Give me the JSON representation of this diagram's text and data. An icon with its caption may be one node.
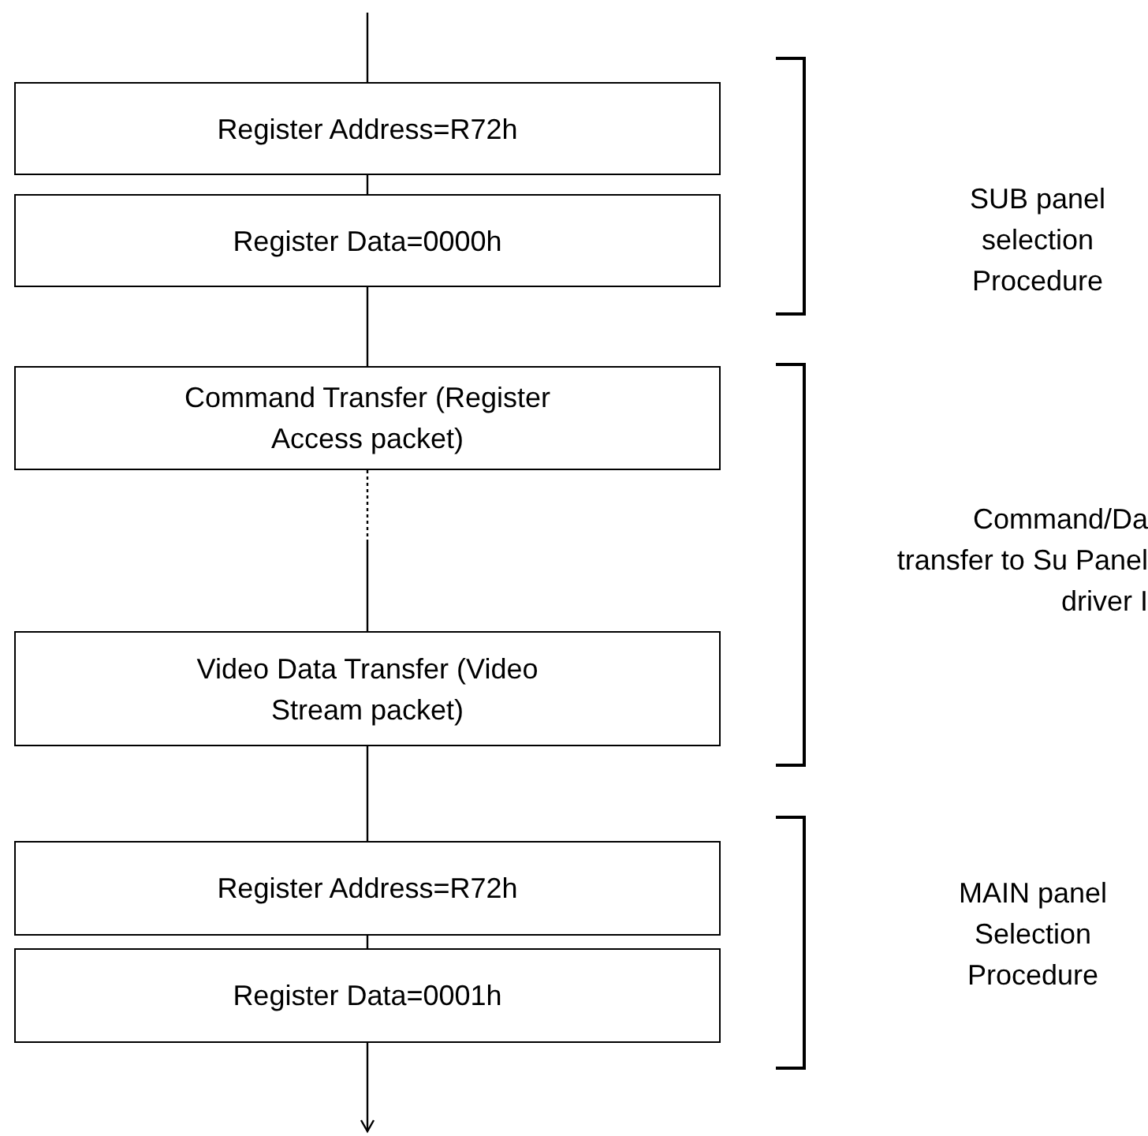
{
  "diagram": {
    "nodes": [
      {
        "text": [
          "Register Address=R72h"
        ]
      },
      {
        "text": [
          "Register Data=0000h"
        ]
      },
      {
        "text": [
          "Command Transfer (Register Access packet)"
        ]
      },
      {
        "text": [
          "Video Data Transfer (Video Stream packet)"
        ]
      },
      {
        "text": [
          "Register Address=R72h"
        ]
      },
      {
        "text": [
          "Register Data=0001h"
        ]
      }
    ],
    "edges": [
      {
        "from": null,
        "to": 0,
        "arrow": "none"
      },
      {
        "from": 0,
        "to": 1,
        "arrow": "none"
      },
      {
        "from": 1,
        "to": 2,
        "arrow": "none"
      },
      {
        "from": 2,
        "to": 3,
        "arrow": "none",
        "style": "dashed"
      },
      {
        "from": 3,
        "to": 4,
        "arrow": "none"
      },
      {
        "from": 4,
        "to": 5,
        "arrow": "none"
      },
      {
        "from": 5,
        "to": null,
        "arrow": "to"
      }
    ],
    "labels": [
      "SUB panel selection Procedure",
      "Command/Da transfer to Su Panel driver I",
      "MAIN panel Selection Procedure"
    ]
  }
}
